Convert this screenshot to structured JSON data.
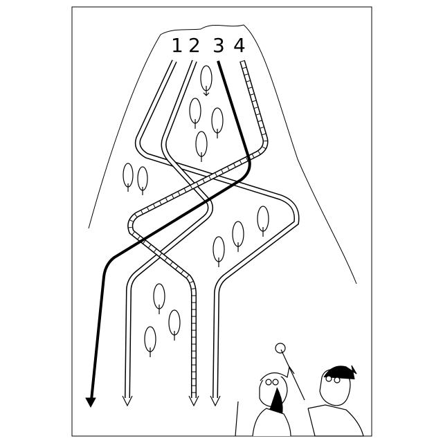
{
  "trail_labels": [
    "1",
    "2",
    "3",
    "4"
  ],
  "colors": {
    "ink": "#000000",
    "paper": "#ffffff"
  }
}
